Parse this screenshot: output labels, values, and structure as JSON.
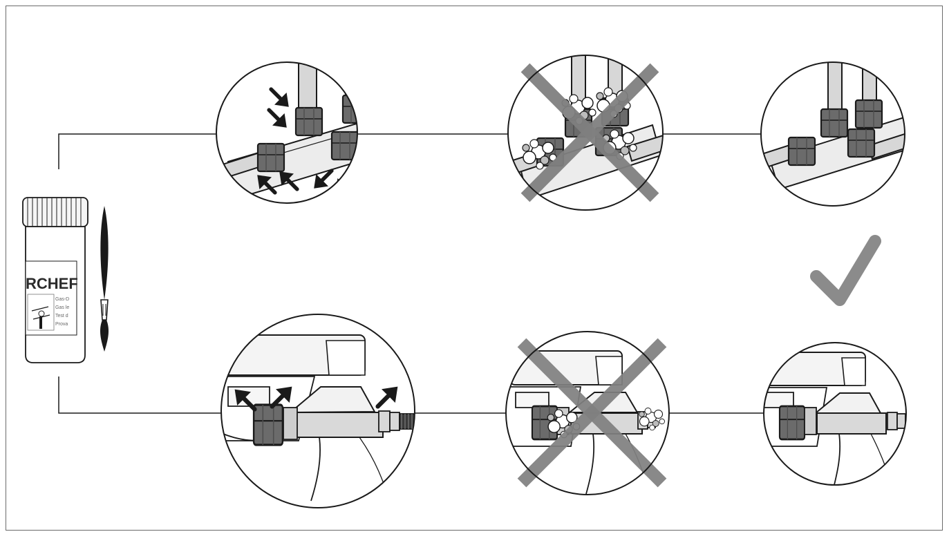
{
  "diagram": {
    "jar_brand": "RCHEF",
    "jar_text_lines": [
      "Gas-D",
      "Gas le",
      "Test d",
      "Prova"
    ],
    "colors": {
      "outline": "#1a1a1a",
      "pipe_fill": "#d7d7d7",
      "pipe_body": "#ececec",
      "nut_fill": "#6b6b6b",
      "arrow_fill": "#1a1a1a",
      "cross": "#808080",
      "check": "#8b8b8b",
      "bubble_fill": "#ffffff"
    },
    "states": {
      "top": [
        "apply-to-joints",
        "leak-detected",
        "no-leak"
      ],
      "bottom": [
        "apply-to-joints",
        "leak-detected",
        "no-leak"
      ]
    },
    "icons": [
      "jar-icon",
      "brush-icon",
      "arrow-icon",
      "bubble-icon",
      "cross-icon",
      "check-icon"
    ]
  }
}
